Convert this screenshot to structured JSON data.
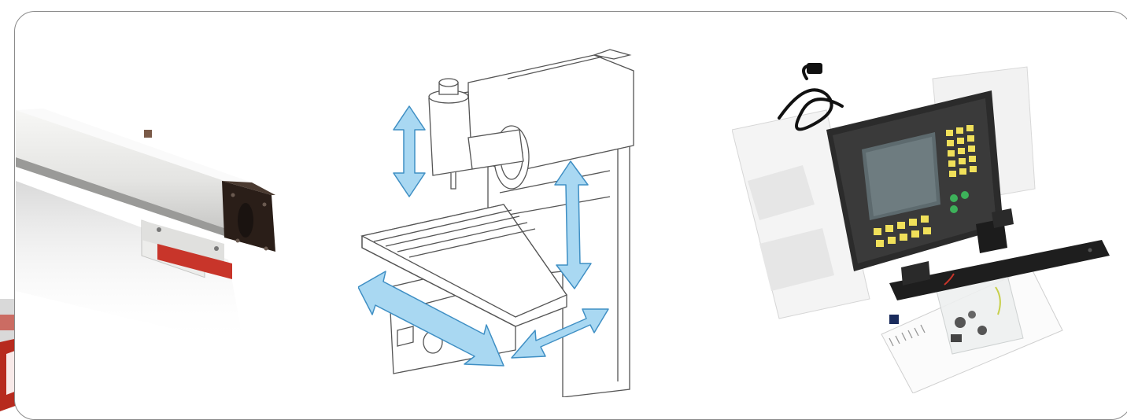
{
  "scene": {
    "panels": [
      {
        "name": "linear-scale",
        "label": ""
      },
      {
        "name": "milling-machine-diagram",
        "label": ""
      },
      {
        "name": "dro-kit",
        "label": ""
      }
    ],
    "colors": {
      "frame": "#8a8a8a",
      "arrow_fill": "#a9d8f2",
      "arrow_stroke": "#3f8fc4",
      "scale_body": "#e8e8e6",
      "scale_cap": "#2a1e18",
      "scale_red": "#c8352a",
      "console_body": "#2b2b2b",
      "console_screen": "#5d6a6e",
      "key_yellow": "#f0e05a",
      "key_green": "#3db15a",
      "foam": "#f4f4f4",
      "corner_red": "#b72a1e"
    }
  }
}
